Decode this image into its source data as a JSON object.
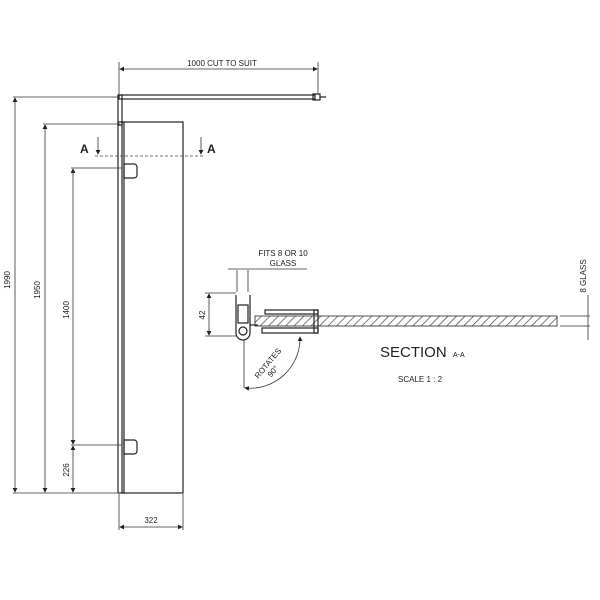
{
  "dimensions": {
    "width_top": "1000   CUT TO SUIT",
    "height_total": "1990",
    "height_glass": "1950",
    "hinge_spacing": "1400",
    "hinge_offset": "226",
    "panel_width": "322",
    "hinge_height": "42"
  },
  "section_marker": {
    "left": "A",
    "right": "A"
  },
  "section": {
    "title": "SECTION",
    "title_suffix": "A-A",
    "scale": "SCALE  1 : 2",
    "fits_line1": "FITS 8 OR 10",
    "fits_line2": "GLASS",
    "glass_label": "8 GLASS",
    "rotates_line1": "ROTATES",
    "rotates_line2": "90°"
  }
}
